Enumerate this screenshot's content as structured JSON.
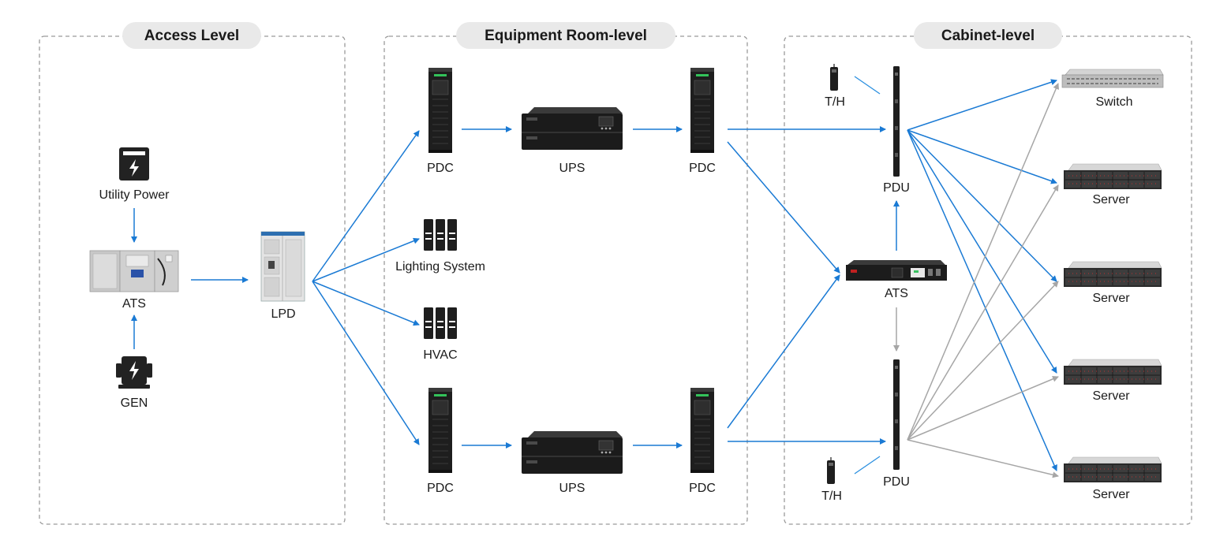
{
  "sections": {
    "access": {
      "title": "Access Level"
    },
    "room": {
      "title": "Equipment Room-level"
    },
    "cabinet": {
      "title": "Cabinet-level"
    }
  },
  "nodes": {
    "utility_power": "Utility Power",
    "ats_access": "ATS",
    "gen": "GEN",
    "lpd": "LPD",
    "pdc_top_left": "PDC",
    "ups_top": "UPS",
    "pdc_top_right": "PDC",
    "lighting": "Lighting System",
    "hvac": "HVAC",
    "pdc_bottom_left": "PDC",
    "ups_bottom": "UPS",
    "pdc_bottom_right": "PDC",
    "th_top": "T/H",
    "pdu_top": "PDU",
    "ats_cabinet": "ATS",
    "pdu_bottom": "PDU",
    "th_bottom": "T/H",
    "switch": "Switch",
    "server_1": "Server",
    "server_2": "Server",
    "server_3": "Server",
    "server_4": "Server"
  },
  "colors": {
    "primary_link": "#1a7ad4",
    "secondary_link": "#a6a6a6",
    "section_border": "#9a9a9a",
    "pill_fill": "#e9e9e9",
    "device_dark": "#1e1e1e"
  },
  "icons": {
    "utility_power": "utility-power-icon",
    "gen": "generator-icon",
    "lighting": "rack-icon",
    "hvac": "rack-icon"
  }
}
